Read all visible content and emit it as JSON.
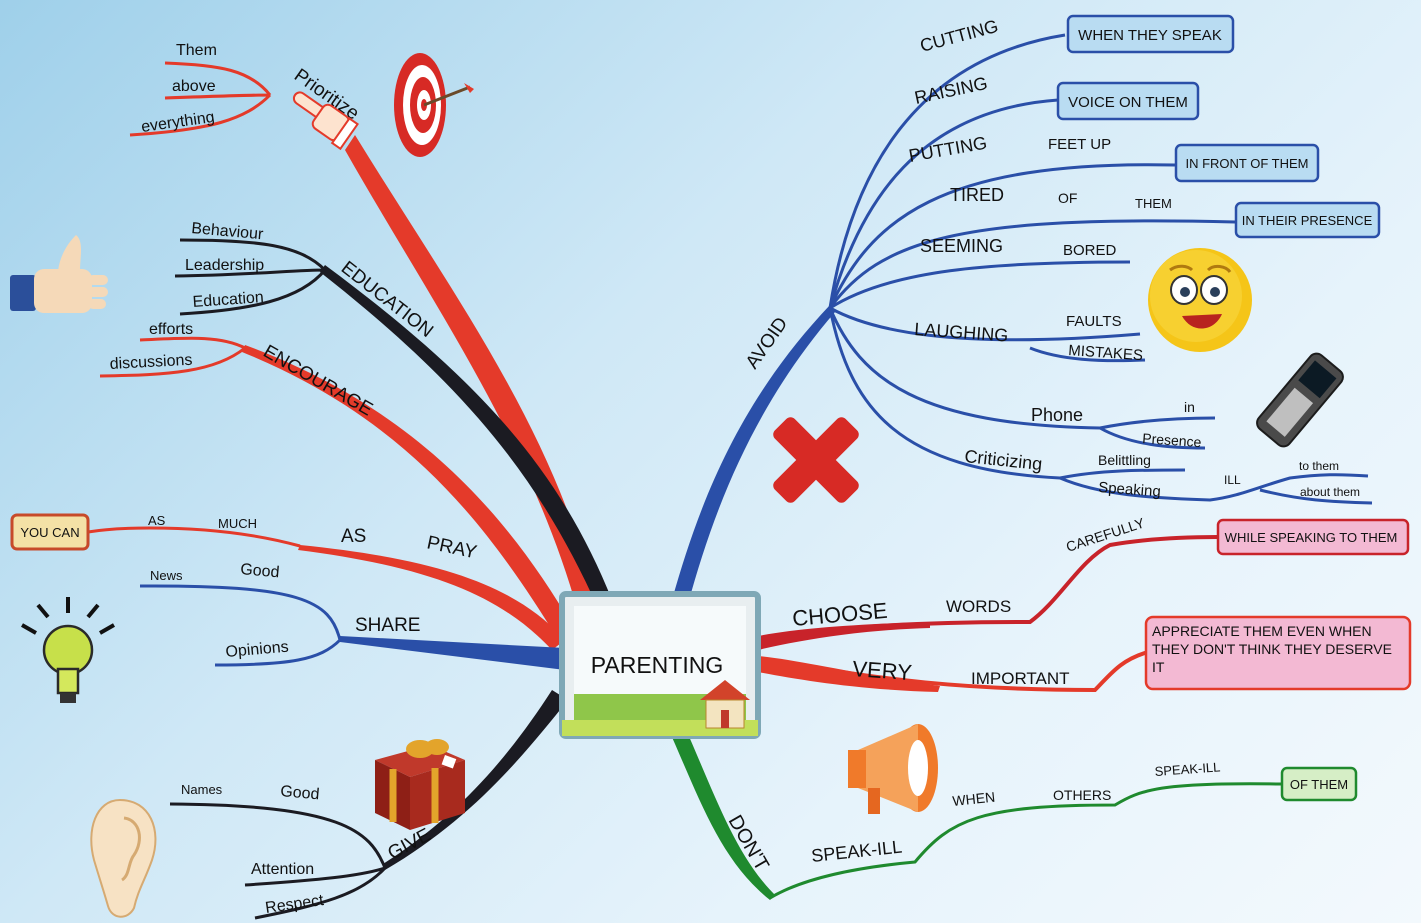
{
  "center": {
    "label": "PARENTING"
  },
  "branches": {
    "prioritize": {
      "label": "Prioritize",
      "leaves": [
        "Them",
        "above",
        "everything"
      ]
    },
    "education": {
      "label": "EDUCATION",
      "leaves": [
        "Behaviour",
        "Leadership",
        "Education"
      ]
    },
    "encourage": {
      "label": "ENCOURAGE",
      "leaves": [
        "efforts",
        "discussions"
      ]
    },
    "pray": {
      "label": "PRAY",
      "chain": [
        "AS",
        "MUCH",
        "AS"
      ],
      "box": "YOU CAN"
    },
    "share": {
      "label": "SHARE",
      "leaves": [
        "Good",
        "News",
        "Opinions"
      ]
    },
    "give": {
      "label": "GIVE",
      "leaves": [
        "Good",
        "Names",
        "Attention",
        "Respect"
      ]
    },
    "avoid": {
      "label": "AVOID",
      "cutting": {
        "label": "CUTTING",
        "box": "WHEN THEY SPEAK"
      },
      "raising": {
        "label": "RAISING",
        "box": "VOICE ON THEM"
      },
      "putting": {
        "label": "PUTTING",
        "sub": "FEET UP",
        "box": "IN FRONT OF THEM"
      },
      "tired": {
        "label": "TIRED",
        "sub1": "OF",
        "sub2": "THEM",
        "box": "IN THEIR PRESENCE"
      },
      "seeming": {
        "label": "SEEMING",
        "sub": "BORED"
      },
      "laughing": {
        "label": "LAUGHING",
        "sub1": "FAULTS",
        "sub2": "MISTAKES"
      },
      "phone": {
        "label": "Phone",
        "sub1": "in",
        "sub2": "Presence"
      },
      "criticizing": {
        "label": "Criticizing",
        "sub1": "Belittling",
        "sub2": "Speaking",
        "sub3": "ILL",
        "sub4": "to them",
        "sub5": "about them"
      }
    },
    "choose": {
      "label": "CHOOSE",
      "word": "WORDS",
      "adverb": "CAREFULLY",
      "box": "WHILE SPEAKING TO THEM"
    },
    "very": {
      "label": "VERY",
      "word": "IMPORTANT",
      "box": "APPRECIATE THEM EVEN WHEN THEY DON'T THINK THEY DESERVE IT"
    },
    "dont": {
      "label": "DON'T",
      "w1": "SPEAK-ILL",
      "w2": "WHEN",
      "w3": "OTHERS",
      "w4": "SPEAK-ILL",
      "box": "OF THEM"
    }
  },
  "colors": {
    "red": "#e43a2a",
    "black": "#1b1b22",
    "blue": "#2a4fa8",
    "green": "#1f8a2e",
    "darkred": "#c8232a",
    "box_blue_bg": "#b9dcf2",
    "box_pink_bg": "#f3b9d3",
    "box_green_bg": "#d6eec6",
    "box_yellow_bg": "#f4e1a6"
  },
  "icons": [
    "target-icon",
    "pointing-hand-icon",
    "thumbs-up-icon",
    "lightbulb-icon",
    "gift-icon",
    "ear-icon",
    "smiley-icon",
    "mobile-phone-icon",
    "red-x-icon",
    "megaphone-icon",
    "house-icon"
  ]
}
